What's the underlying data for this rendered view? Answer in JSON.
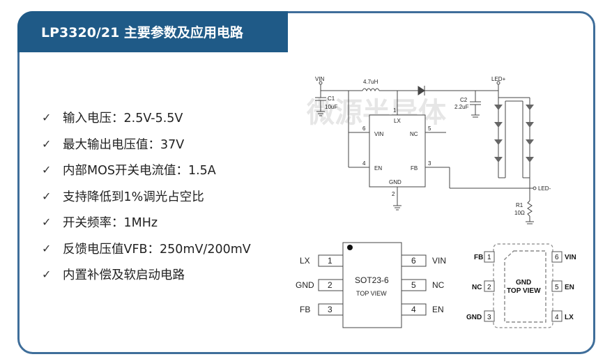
{
  "title": "LP3320/21 主要参数及应用电路",
  "specs": [
    "输入电压：2.5V-5.5V",
    "最大输出电压值：37V",
    "内部MOS开关电流值：1.5A",
    "支持降低到1%调光占空比",
    "开关频率：1MHz",
    "反馈电压值VFB：250mV/200mV",
    "内置补偿及软启动电路"
  ],
  "watermark": "微源半导体",
  "schematic": {
    "vin": "VIN",
    "inductor": "4.7uH",
    "c1": "C1",
    "c1_value": "10uF",
    "c2": "C2",
    "c2_value": "2.2uF",
    "led_plus": "LED+",
    "led_minus": "LED-",
    "r1": "R1",
    "r1_value": "10Ω",
    "ic_pins": {
      "lx": "LX",
      "vin": "VIN",
      "nc": "NC",
      "en": "EN",
      "fb": "FB",
      "gnd": "GND"
    },
    "pin_numbers": {
      "lx": "1",
      "vin": "6",
      "nc": "5",
      "en": "4",
      "fb": "3",
      "gnd": "2"
    }
  },
  "sot23": {
    "title": "SOT23-6",
    "subtitle": "TOP VIEW",
    "left_pins": [
      {
        "name": "LX",
        "num": "1"
      },
      {
        "name": "GND",
        "num": "2"
      },
      {
        "name": "FB",
        "num": "3"
      }
    ],
    "right_pins": [
      {
        "name": "VIN",
        "num": "6"
      },
      {
        "name": "NC",
        "num": "5"
      },
      {
        "name": "EN",
        "num": "4"
      }
    ]
  },
  "dfn": {
    "title": "GND",
    "subtitle": "TOP VIEW",
    "left_pins": [
      {
        "name": "FB",
        "num": "1"
      },
      {
        "name": "NC",
        "num": "2"
      },
      {
        "name": "GND",
        "num": "3"
      }
    ],
    "right_pins": [
      {
        "name": "VIN",
        "num": "6"
      },
      {
        "name": "EN",
        "num": "5"
      },
      {
        "name": "LX",
        "num": "4"
      }
    ]
  }
}
